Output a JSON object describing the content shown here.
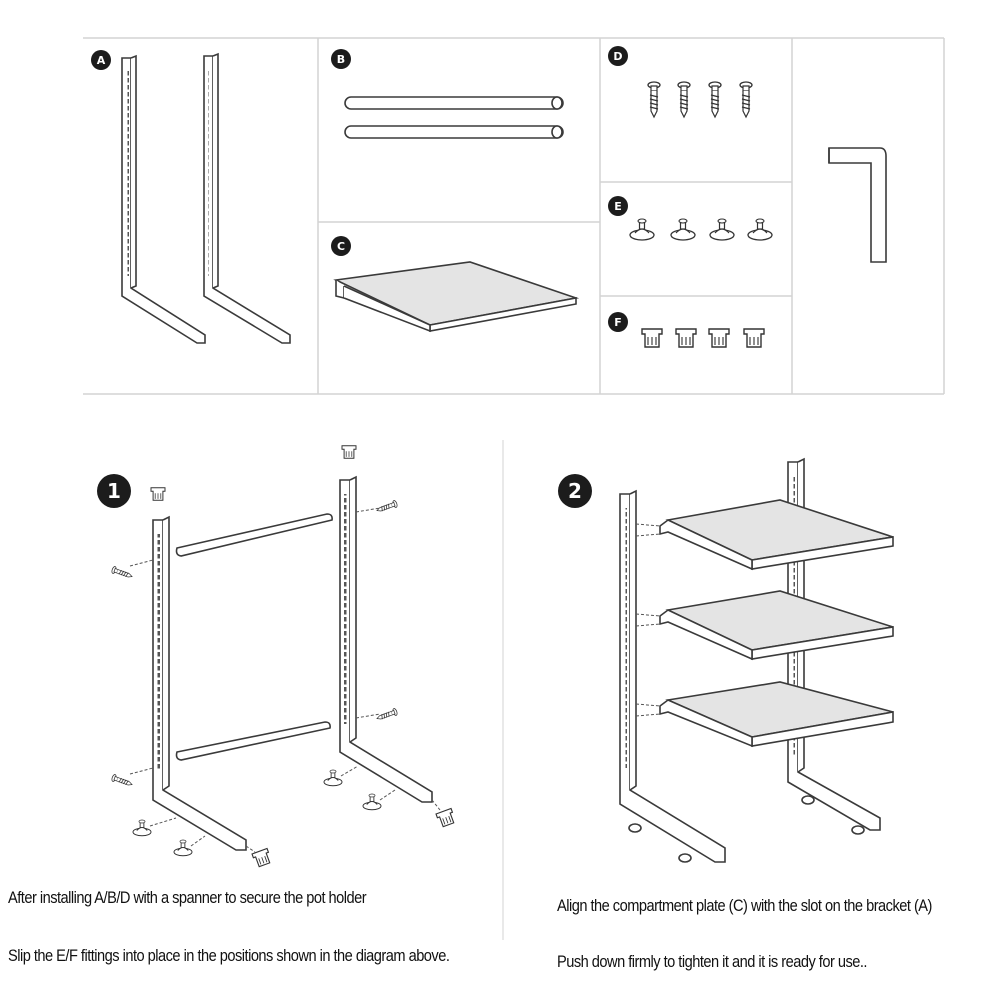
{
  "parts": {
    "A": "A",
    "B": "B",
    "C": "C",
    "D": "D",
    "E": "E",
    "F": "F"
  },
  "steps": {
    "step1": {
      "number": "1",
      "line1": "After installing A/B/D with a spanner to secure the pot holder",
      "line2": "Slip the E/F fittings into place in the positions shown in the diagram above."
    },
    "step2": {
      "number": "2",
      "line1": "Align the compartment plate (C) with the slot on the bracket (A)",
      "line2": "Push down firmly to tighten it and it is ready for use.."
    }
  },
  "colors": {
    "line": "#3a3a3a",
    "panel_border": "#d4d4d4",
    "shelf_fill": "#e4e4e4",
    "badge": "#1c1c1c"
  },
  "icons": [
    "screw-icon",
    "foot-pad-icon",
    "end-cap-icon",
    "hex-key-icon"
  ]
}
